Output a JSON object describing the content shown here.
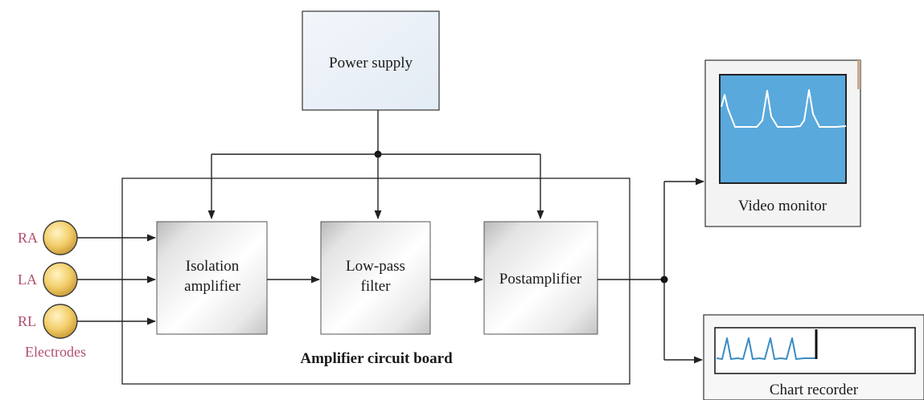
{
  "power_supply": {
    "label": "Power supply"
  },
  "board": {
    "label": "Amplifier circuit board"
  },
  "blocks": {
    "isolation": {
      "line1": "Isolation",
      "line2": "amplifier"
    },
    "lowpass": {
      "line1": "Low-pass",
      "line2": "filter"
    },
    "postamp": {
      "label": "Postamplifier"
    }
  },
  "electrodes": {
    "items": [
      {
        "label": "RA"
      },
      {
        "label": "LA"
      },
      {
        "label": "RL"
      }
    ],
    "caption": "Electrodes"
  },
  "video_monitor": {
    "label": "Video monitor"
  },
  "chart_recorder": {
    "label": "Chart recorder"
  },
  "colors": {
    "electrode_label": "#b0506e",
    "electrode_fill": "#f1c862",
    "monitor_screen": "#5aa9dc",
    "trace_blue": "#3a8cc4",
    "wire": "#222222"
  }
}
